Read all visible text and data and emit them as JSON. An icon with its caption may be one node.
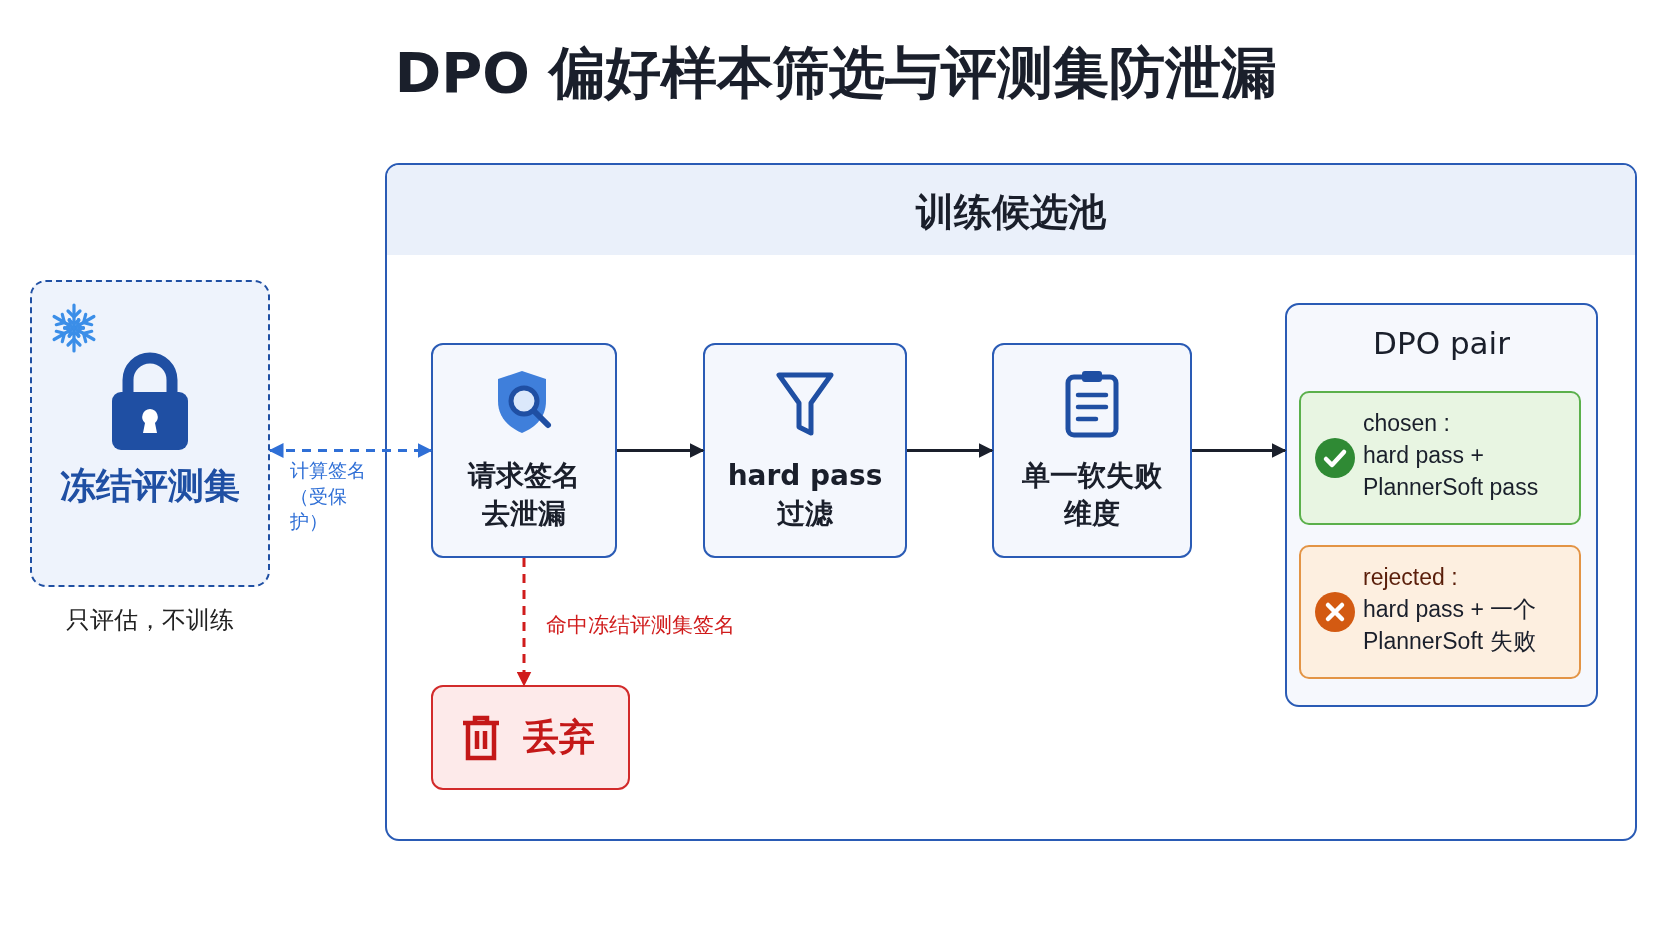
{
  "diagram": {
    "title": "DPO 偏好样本筛选与评测集防泄漏",
    "nodes": [
      {
        "text": [
          "冻结评测集"
        ],
        "beside": [
          "只评估，不训练"
        ]
      },
      {
        "text": [
          "训练候选池"
        ]
      },
      {
        "text": [
          "请求签名去泄漏"
        ],
        "in": 1
      },
      {
        "text": [
          "hard pass 过滤"
        ],
        "in": 1
      },
      {
        "text": [
          "单一软失败维度"
        ],
        "in": 1
      },
      {
        "text": [
          "DPO pair"
        ],
        "in": 1
      },
      {
        "text": [
          "chosen :",
          "hard pass + PlannerSoft pass"
        ],
        "in": 5
      },
      {
        "text": [
          "rejected :",
          "hard pass + 一个 PlannerSoft 失败"
        ],
        "in": 5
      },
      {
        "text": [
          "丢弃"
        ],
        "in": 1
      }
    ],
    "edges": [
      {
        "from": 0,
        "to": 2,
        "arrow": "both",
        "label": "计算签名（受保护）",
        "style": "dashed",
        "color": "#2f6fd6"
      },
      {
        "from": 2,
        "to": 3,
        "arrow": "to"
      },
      {
        "from": 3,
        "to": 4,
        "arrow": "to"
      },
      {
        "from": 4,
        "to": 5,
        "arrow": "to"
      },
      {
        "from": 2,
        "to": 8,
        "arrow": "to",
        "label": "命中冻结评测集签名",
        "style": "dashed",
        "color": "#d01c1c"
      }
    ]
  }
}
